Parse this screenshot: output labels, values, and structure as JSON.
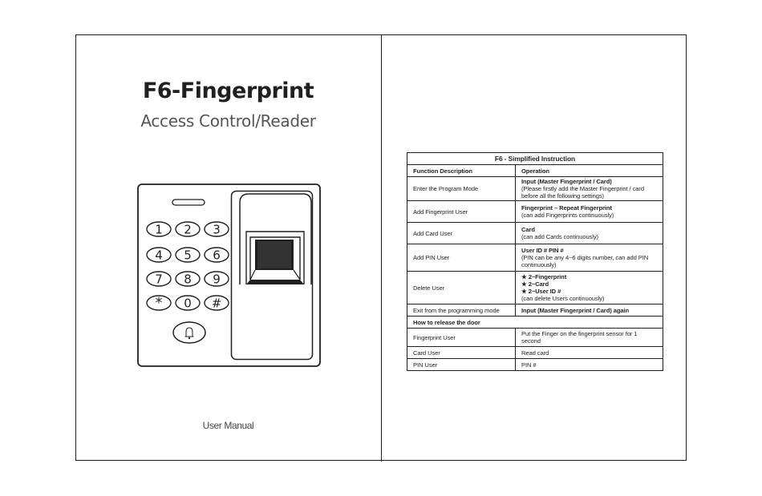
{
  "cover": {
    "title": "F6-Fingerprint",
    "subtitle": "Access Control/Reader",
    "footer": "User Manual"
  },
  "keypad": {
    "keys": [
      "1",
      "2",
      "3",
      "4",
      "5",
      "6",
      "7",
      "8",
      "9",
      "*",
      "0",
      "#"
    ],
    "bell_icon": "bell-icon"
  },
  "instructions": {
    "title": "F6 - Simplified Instruction",
    "header": {
      "function": "Function Description",
      "operation": "Operation"
    },
    "programming": [
      {
        "function": "Enter the Program Mode",
        "op_bold": "Input (Master Fingerprint / Card)",
        "op_note": "(Please firstly add the Master Fingerprint / card before all the following settings)"
      },
      {
        "function": "Add Fingerprint User",
        "op_bold": "Fingerprint – Repeat Fingerprint",
        "op_note": "(can add Fingerprints continuously)"
      },
      {
        "function": "Add Card User",
        "op_bold": "Card",
        "op_note": "(can add Cards continuously)"
      },
      {
        "function": "Add PIN User",
        "op_bold": "User ID # PIN #",
        "op_note": "(PIN can be any 4~6 digits number, can add PIN continuously)"
      },
      {
        "function": "Delete User",
        "op_lines": [
          "★ 2~Fingerprint",
          "★ 2~Card",
          "★ 2~User ID #"
        ],
        "op_note": "(can delete Users continuously)"
      },
      {
        "function": "Exit from the programming mode",
        "op_bold": "Input (Master Fingerprint / Card) again"
      }
    ],
    "release_title": "How to release the door",
    "release": [
      {
        "function": "Fingerprint User",
        "operation": "Put the Finger on the fingerprint sensor for 1 second"
      },
      {
        "function": "Card User",
        "operation": "Read card"
      },
      {
        "function": "PIN User",
        "operation": "PIN #"
      }
    ]
  }
}
